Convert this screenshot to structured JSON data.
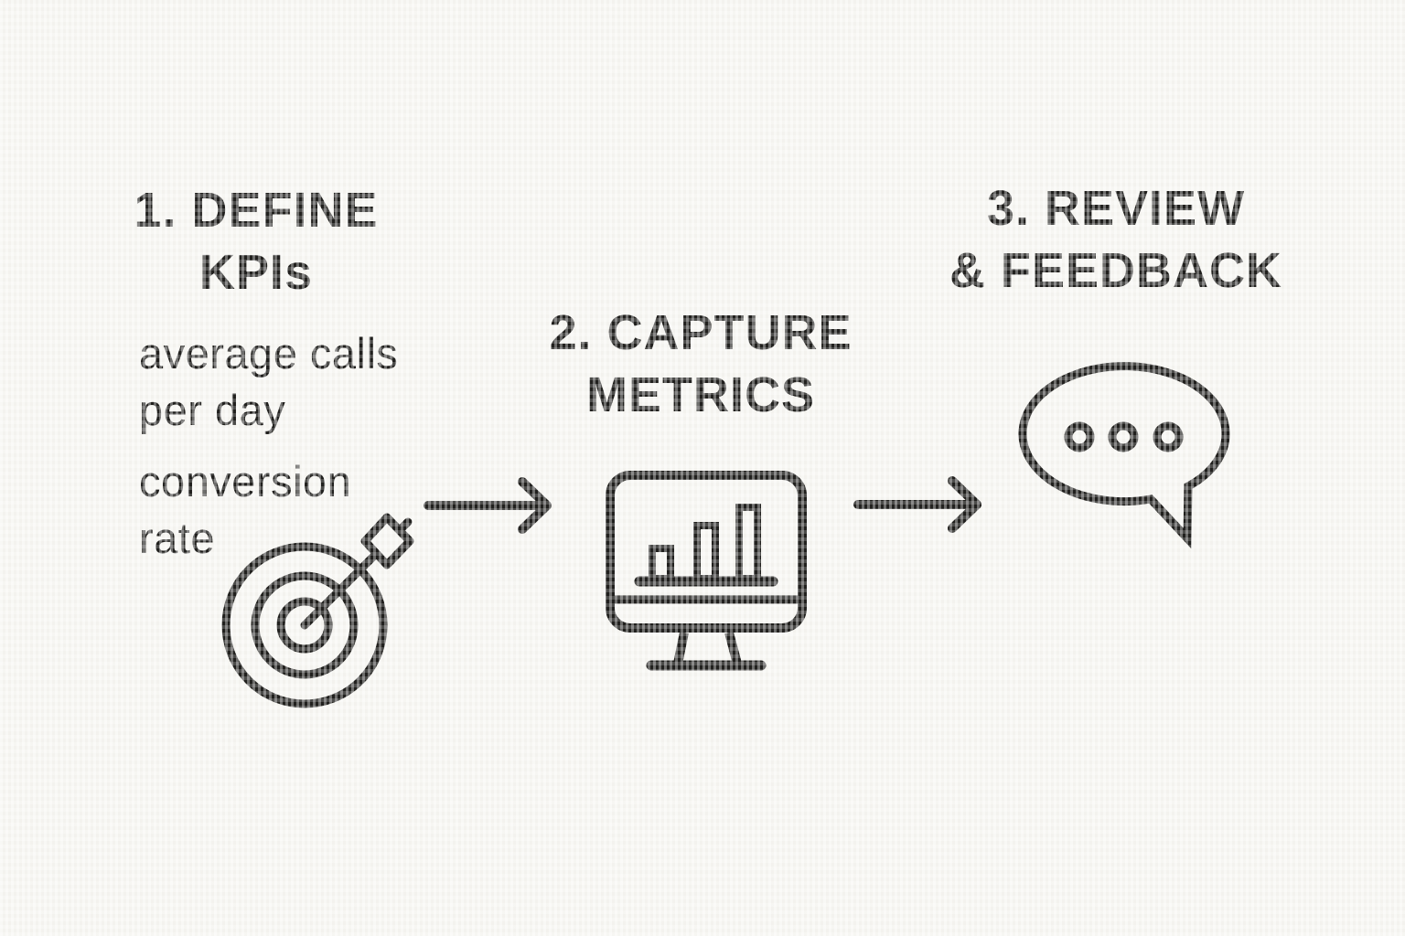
{
  "canvas": {
    "background_color": "#f7f6f2",
    "ink_color": "#21201e"
  },
  "steps": [
    {
      "order": "1",
      "title_line1": "1. DEFINE",
      "title_line2": "KPIs",
      "notes": [
        "average calls\nper day",
        "conversion\nrate"
      ],
      "icon": "target-with-arrow"
    },
    {
      "order": "2",
      "title_line1": "2. CAPTURE",
      "title_line2": "METRICS",
      "icon": "monitor-bar-chart"
    },
    {
      "order": "3",
      "title_line1": "3. REVIEW",
      "title_line2": "& FEEDBACK",
      "icon": "speech-bubble-ellipsis"
    }
  ],
  "connectors": [
    {
      "type": "arrow-right"
    },
    {
      "type": "arrow-right"
    }
  ]
}
